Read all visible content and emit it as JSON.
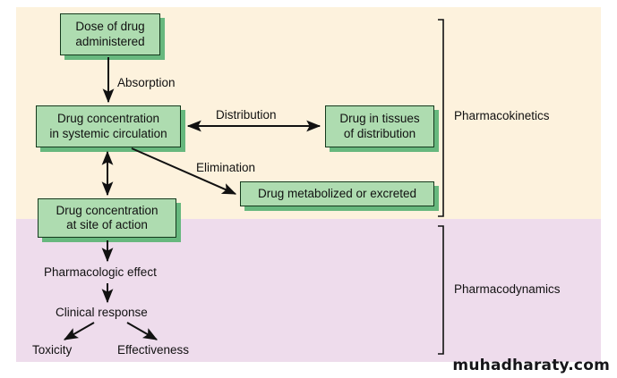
{
  "diagram": {
    "title": "Pharmacokinetics and Pharmacodynamics flow diagram",
    "regions": [
      {
        "id": "pharmacokinetics",
        "label": "Pharmacokinetics",
        "color": "#fdf2dd"
      },
      {
        "id": "pharmacodynamics",
        "label": "Pharmacodynamics",
        "color": "#eedcec"
      }
    ],
    "boxes": [
      {
        "id": "dose",
        "line1": "Dose of drug",
        "line2": "administered"
      },
      {
        "id": "systemic",
        "line1": "Drug concentration",
        "line2": "in systemic circulation"
      },
      {
        "id": "tissues",
        "line1": "Drug in tissues",
        "line2": "of distribution"
      },
      {
        "id": "metabolized",
        "line1": "Drug metabolized or excreted",
        "line2": ""
      },
      {
        "id": "site",
        "line1": "Drug concentration",
        "line2": "at site of action"
      }
    ],
    "arrow_labels": [
      {
        "id": "absorption",
        "text": "Absorption"
      },
      {
        "id": "distribution",
        "text": "Distribution"
      },
      {
        "id": "elimination",
        "text": "Elimination"
      }
    ],
    "flow_labels": [
      {
        "id": "pharmacologic-effect",
        "text": "Pharmacologic effect"
      },
      {
        "id": "clinical-response",
        "text": "Clinical response"
      },
      {
        "id": "toxicity",
        "text": "Toxicity"
      },
      {
        "id": "effectiveness",
        "text": "Effectiveness"
      }
    ],
    "colors": {
      "box_fill": "#aedcb0",
      "box_border": "#14391c",
      "box_shadow": "#67b87e",
      "pk_background": "#fdf2dd",
      "pd_background": "#eedcec",
      "arrow": "#111111",
      "text": "#111111"
    }
  },
  "watermark": {
    "text": "muhadharaty.com"
  }
}
